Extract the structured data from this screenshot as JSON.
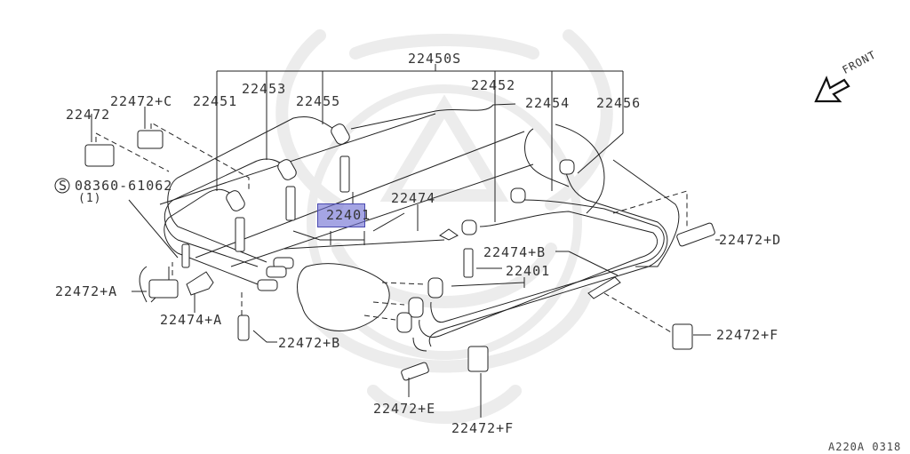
{
  "diagram": {
    "title": "Ignition wire / spark plug parts diagram",
    "figure_code": "A220A 0318",
    "front_indicator": "FRONT",
    "highlight": {
      "part": "22401",
      "color": "#6e6ed2"
    },
    "labels": {
      "assembly": "22450S",
      "wire_1": "22451",
      "wire_3": "22453",
      "wire_5": "22455",
      "wire_2": "22452",
      "wire_4": "22454",
      "wire_6": "22456",
      "clamp": "22472",
      "clamp_c": "22472+C",
      "bolt": "08360-61062",
      "bolt_qty": "(1)",
      "bolt_symbol": "S",
      "plug_upper": "2240",
      "plug_upper_suffix": "1",
      "bracket": "22474",
      "bracket_b": "22474+B",
      "plug_lower": "22401",
      "clamp_d": "22472+D",
      "clamp_a": "22472+A",
      "bracket_a": "22474+A",
      "clamp_b": "22472+B",
      "clamp_f_right": "22472+F",
      "clamp_e": "22472+E",
      "clamp_f_bottom": "22472+F"
    }
  }
}
